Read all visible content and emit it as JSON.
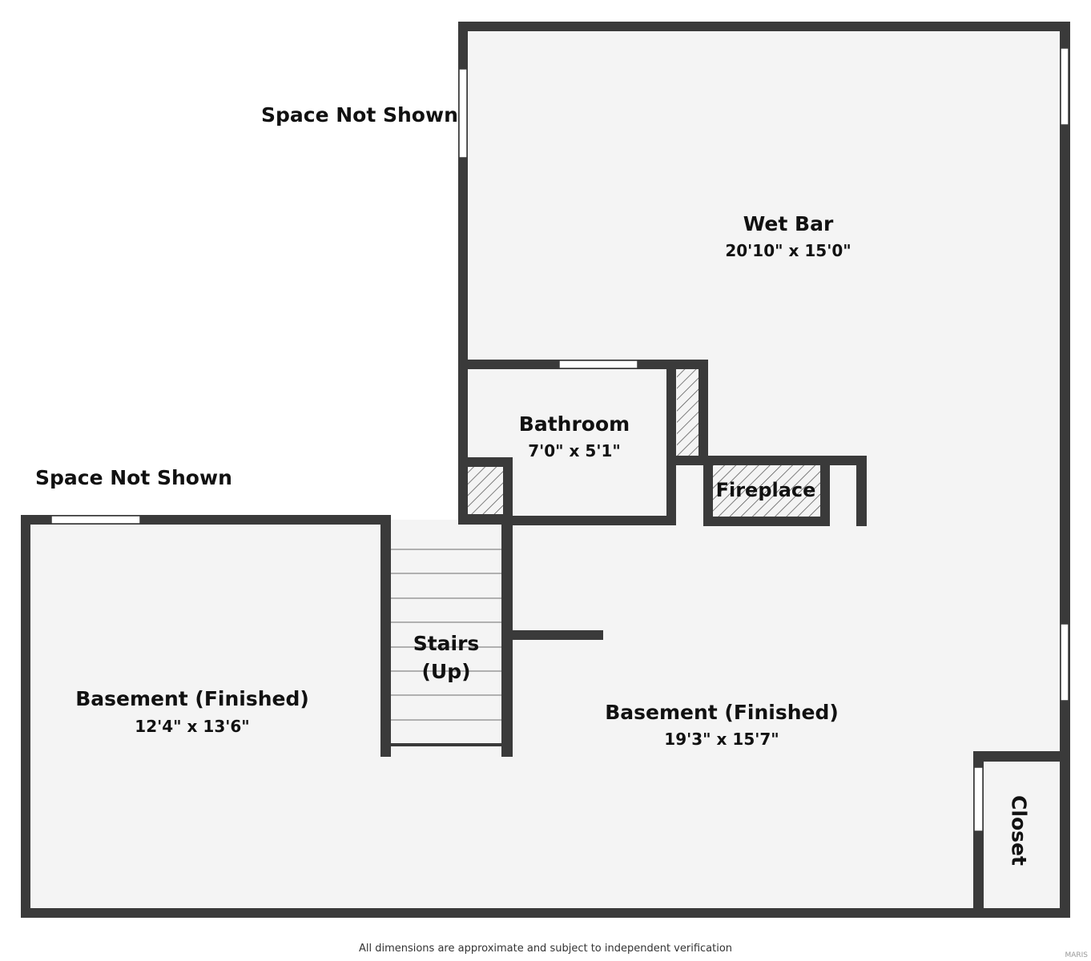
{
  "labels": {
    "space_not_shown_top": "Space Not Shown",
    "space_not_shown_left": "Space Not Shown",
    "wet_bar": {
      "name": "Wet Bar",
      "dims": "20'10\" x 15'0\""
    },
    "bathroom": {
      "name": "Bathroom",
      "dims": "7'0\" x 5'1\""
    },
    "fireplace": "Fireplace",
    "stairs": {
      "line1": "Stairs",
      "line2": "(Up)"
    },
    "basement_left": {
      "name": "Basement (Finished)",
      "dims": "12'4\" x 13'6\""
    },
    "basement_right": {
      "name": "Basement (Finished)",
      "dims": "19'3\" x 15'7\""
    },
    "closet": "Closet"
  },
  "footer": "All dimensions are approximate and subject to independent verification",
  "watermark": "MARIS",
  "colors": {
    "wall": "#3a3a3a",
    "floor": "#f4f4f4",
    "background": "#ffffff"
  }
}
